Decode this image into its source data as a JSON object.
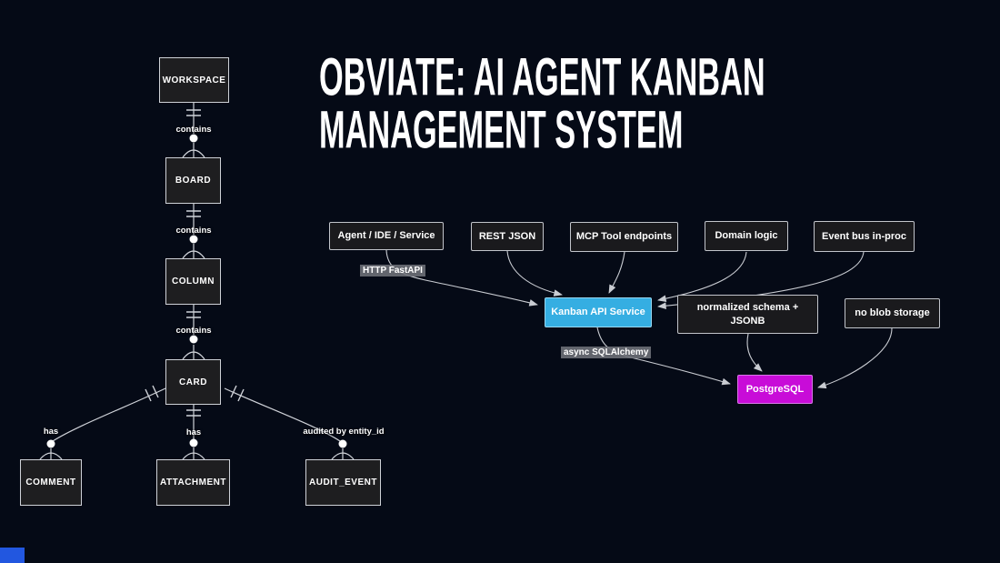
{
  "title": {
    "line1": "OBVIATE: AI AGENT KANBAN",
    "line2": "MANAGEMENT SYSTEM"
  },
  "er_diagram": {
    "entities": [
      {
        "label": "WORKSPACE"
      },
      {
        "label": "BOARD"
      },
      {
        "label": "COLUMN"
      },
      {
        "label": "CARD"
      },
      {
        "label": "COMMENT"
      },
      {
        "label": "ATTACHMENT"
      },
      {
        "label": "AUDIT_EVENT"
      }
    ],
    "relationships": [
      {
        "from": "WORKSPACE",
        "to": "BOARD",
        "label": "contains",
        "cardinality": "one to zero-or-many"
      },
      {
        "from": "BOARD",
        "to": "COLUMN",
        "label": "contains",
        "cardinality": "one to zero-or-many"
      },
      {
        "from": "COLUMN",
        "to": "CARD",
        "label": "contains",
        "cardinality": "one to zero-or-many"
      },
      {
        "from": "CARD",
        "to": "COMMENT",
        "label": "has",
        "cardinality": "one to zero-or-many"
      },
      {
        "from": "CARD",
        "to": "ATTACHMENT",
        "label": "has",
        "cardinality": "one to zero-or-many"
      },
      {
        "from": "CARD",
        "to": "AUDIT_EVENT",
        "label": "audited by entity_id",
        "cardinality": "one to zero-or-many"
      }
    ]
  },
  "flow_diagram": {
    "nodes": [
      {
        "id": "agent",
        "label": "Agent / IDE / Service",
        "style": "dark"
      },
      {
        "id": "rest",
        "label": "REST JSON",
        "style": "dark"
      },
      {
        "id": "mcp",
        "label": "MCP Tool endpoints",
        "style": "dark"
      },
      {
        "id": "domain",
        "label": "Domain logic",
        "style": "dark"
      },
      {
        "id": "eventbus",
        "label": "Event bus in-proc",
        "style": "dark"
      },
      {
        "id": "kanban",
        "label": "Kanban API Service",
        "style": "cyan"
      },
      {
        "id": "schema",
        "label_line1": "normalized schema +",
        "label_line2": "JSONB",
        "style": "dark"
      },
      {
        "id": "noblob",
        "label": "no blob storage",
        "style": "dark"
      },
      {
        "id": "postgres",
        "label": "PostgreSQL",
        "style": "magenta"
      }
    ],
    "edges": [
      {
        "from": "Agent / IDE / Service",
        "to": "Kanban API Service",
        "label": "HTTP FastAPI"
      },
      {
        "from": "REST JSON",
        "to": "Kanban API Service",
        "label": ""
      },
      {
        "from": "MCP Tool endpoints",
        "to": "Kanban API Service",
        "label": ""
      },
      {
        "from": "Domain logic",
        "to": "Kanban API Service",
        "label": ""
      },
      {
        "from": "Event bus in-proc",
        "to": "Kanban API Service",
        "label": ""
      },
      {
        "from": "Kanban API Service",
        "to": "PostgreSQL",
        "label": "async SQLAlchemy"
      },
      {
        "from": "normalized schema + JSONB",
        "to": "PostgreSQL",
        "label": ""
      },
      {
        "from": "no blob storage",
        "to": "PostgreSQL",
        "label": ""
      }
    ]
  },
  "colors": {
    "background": "#050a16",
    "node_fill_dark": "#1a1a1d",
    "node_border": "#c2c5cb",
    "accent_cyan": "#35aee2",
    "accent_magenta": "#c80cd8",
    "edge_line": "#c9ccd2",
    "chip_background": "#70727a",
    "corner_accent": "#2257e0",
    "text": "#ffffff"
  }
}
